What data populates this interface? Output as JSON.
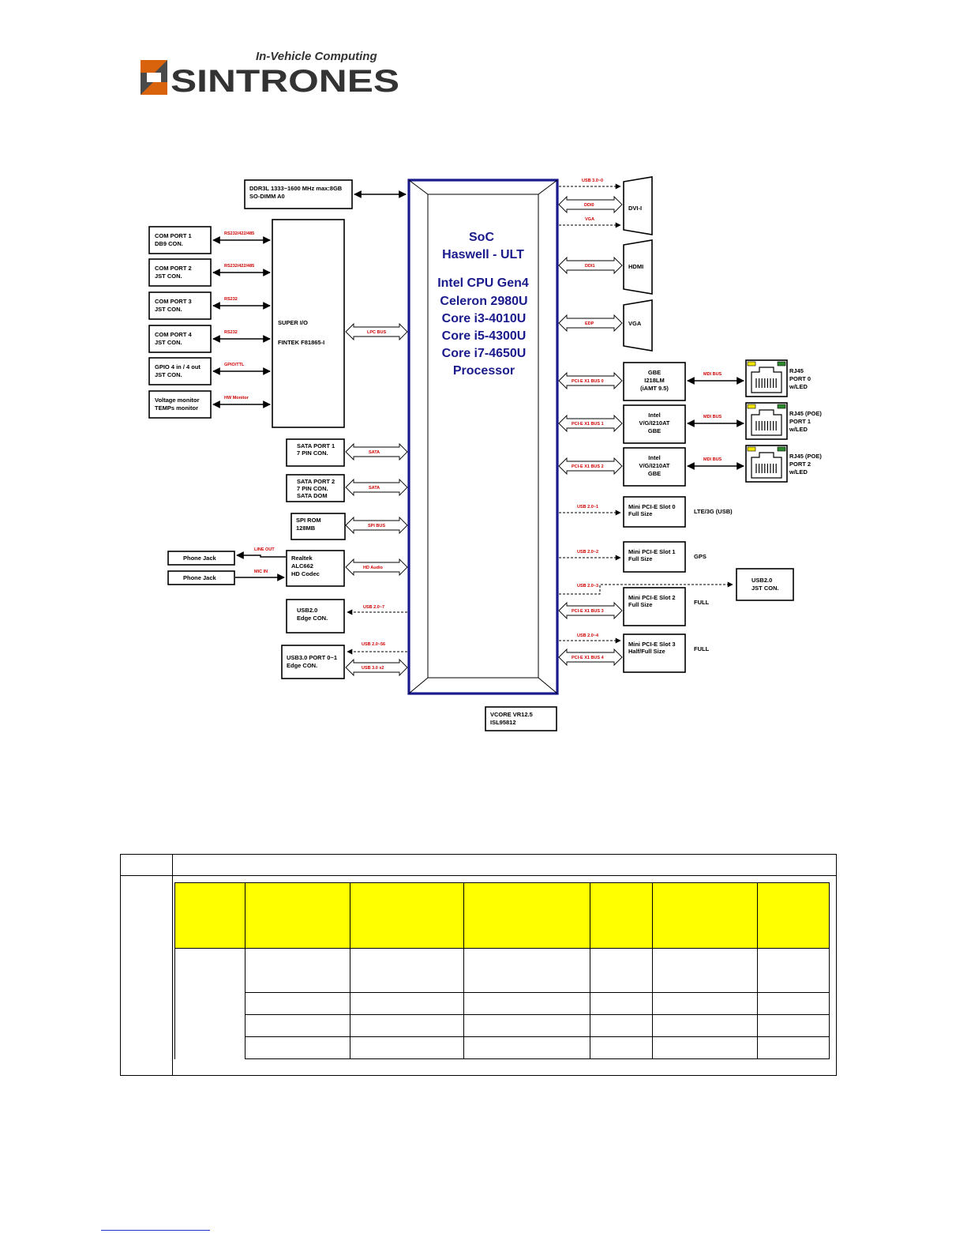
{
  "brand": {
    "name": "SINTRONES",
    "tagline": "In-Vehicle Computing",
    "colors": {
      "mark_dark": "#4a4a4a",
      "mark_orange": "#d9630c",
      "text": "#333333"
    }
  },
  "diagram": {
    "soc": {
      "title": "SoC",
      "subtitle": "Haswell - ULT",
      "cpu_lines": [
        "Intel CPU Gen4",
        "Celeron 2980U",
        "Core i3-4010U",
        "Core i5-4300U",
        "Core i7-4650U",
        "Processor"
      ],
      "color": "#1a1a8c"
    },
    "memory": {
      "line1": "DDR3L 1333~1600 MHz max:8GB",
      "line2": "SO-DIMM A0"
    },
    "super_io": {
      "line1": "SUPER I/O",
      "line2": "FINTEK F81865-I",
      "bus": "LPC BUS"
    },
    "left_ports": [
      {
        "line1": "COM PORT 1",
        "line2": "DB9 CON.",
        "link": "RS232/422/485"
      },
      {
        "line1": "COM PORT 2",
        "line2": "JST CON.",
        "link": "RS232/422/485"
      },
      {
        "line1": "COM PORT 3",
        "line2": "JST CON.",
        "link": "RS232"
      },
      {
        "line1": "COM PORT 4",
        "line2": "JST CON.",
        "link": "RS232"
      },
      {
        "line1": "GPIO 4 in / 4 out",
        "line2": "JST CON.",
        "link": "GPIO/TTL"
      },
      {
        "line1": "Voltage monitor",
        "line2": "TEMPs monitor",
        "link": "HW Monitor"
      }
    ],
    "sata": [
      {
        "line1": "SATA PORT 1",
        "line2": "7 PIN CON.",
        "line3": "",
        "bus": "SATA"
      },
      {
        "line1": "SATA PORT 2",
        "line2": "7 PIN CON.",
        "line3": "SATA DOM",
        "bus": "SATA"
      }
    ],
    "spi": {
      "line1": "SPI ROM",
      "line2": "128MB",
      "bus": "SPI BUS"
    },
    "audio": {
      "line1": "Realtek",
      "line2": "ALC662",
      "line3": "HD Codec",
      "bus": "HD Audio",
      "line_out": "LINE OUT",
      "mic_in": "MIC IN",
      "jack1": "Phone Jack",
      "jack2": "Phone Jack"
    },
    "usb2_edge": {
      "line1": "USB2.0",
      "line2": "Edge CON.",
      "bus": "USB 2.0~7"
    },
    "usb3_edge": {
      "line1": "USB3.0 PORT 0~1",
      "line2": "Edge CON.",
      "bus1": "USB 2.0~56",
      "bus2": "USB 3.0 x2"
    },
    "vcore": {
      "line1": "VCORE VR12.5",
      "line2": "ISL95812"
    },
    "display": [
      {
        "label": "DVI-I",
        "links": [
          "USB 3.0~0",
          "DDI0",
          "VGA"
        ]
      },
      {
        "label": "HDMI",
        "links": [
          "DDI1"
        ]
      },
      {
        "label": "VGA",
        "links": [
          "EDP"
        ]
      }
    ],
    "lan": [
      {
        "bus": "PCI-E X1 BUS 0",
        "line1": "GBE",
        "line2": "I218LM",
        "line3": "(iAMT 9.5)",
        "mdi": "MDI BUS",
        "rj1": "RJ45",
        "rj2": "PORT 0",
        "rj3": "w/LED"
      },
      {
        "bus": "PCI-E X1 BUS 1",
        "line1": "Intel",
        "line2": "V/G/I210AT",
        "line3": "GBE",
        "mdi": "MDI BUS",
        "rj1": "RJ45 (POE)",
        "rj2": "PORT 1",
        "rj3": "w/LED"
      },
      {
        "bus": "PCI-E X1 BUS 2",
        "line1": "Intel",
        "line2": "V/G/I210AT",
        "line3": "GBE",
        "mdi": "MDI BUS",
        "rj1": "RJ45 (POE)",
        "rj2": "PORT 2",
        "rj3": "w/LED"
      }
    ],
    "mini_pcie": [
      {
        "line1": "Mini PCI-E Slot 0",
        "line2": "Full Size",
        "usb": "USB 2.0~1",
        "pcie": "",
        "side": "LTE/3G (USB)"
      },
      {
        "line1": "Mini PCI-E Slot 1",
        "line2": "Full Size",
        "usb": "USB 2.0~2",
        "pcie": "",
        "side": "GPS"
      },
      {
        "line1": "Mini PCI-E Slot 2",
        "line2": "Full Size",
        "usb": "USB 2.0~3",
        "pcie": "PCI-E X1 BUS 3",
        "side": "FULL"
      },
      {
        "line1": "Mini PCI-E Slot 3",
        "line2": "Half/Full Size",
        "usb": "USB 2.0~4",
        "pcie": "PCI-E X1 BUS 4",
        "side": "FULL"
      }
    ],
    "usb20_jst": {
      "line1": "USB2.0",
      "line2": "JST CON."
    }
  },
  "table": {
    "highlight_color": "#ffff00"
  }
}
